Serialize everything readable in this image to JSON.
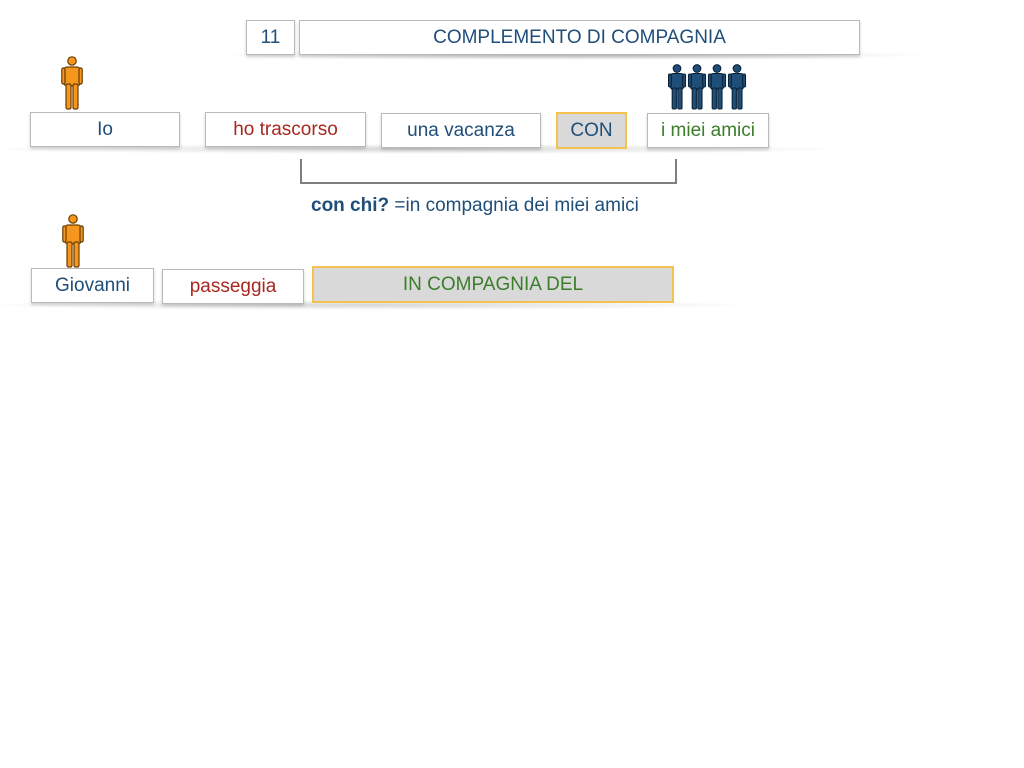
{
  "header": {
    "number": "11",
    "title": "COMPLEMENTO DI COMPAGNIA"
  },
  "sentence1": {
    "subject": "Io",
    "verb": "ho trascorso",
    "object": "una vacanza",
    "preposition": "CON",
    "complement": "i miei amici"
  },
  "question": {
    "bold": "con chi?",
    "answer": "=in compagnia dei miei amici"
  },
  "sentence2": {
    "subject": "Giovanni",
    "verb": "passeggia",
    "preposition": "IN COMPAGNIA DEL"
  },
  "colors": {
    "person_single": "#f5961f",
    "person_group": "#1f4e79",
    "highlight_border": "#f2c44f",
    "highlight_fill": "#d9d9d9",
    "text_blue": "#1f4e79",
    "text_red": "#a8281f",
    "text_green": "#3a7d2a"
  },
  "icons": {
    "single_person": "person-icon",
    "group": "group-of-people-icon"
  }
}
